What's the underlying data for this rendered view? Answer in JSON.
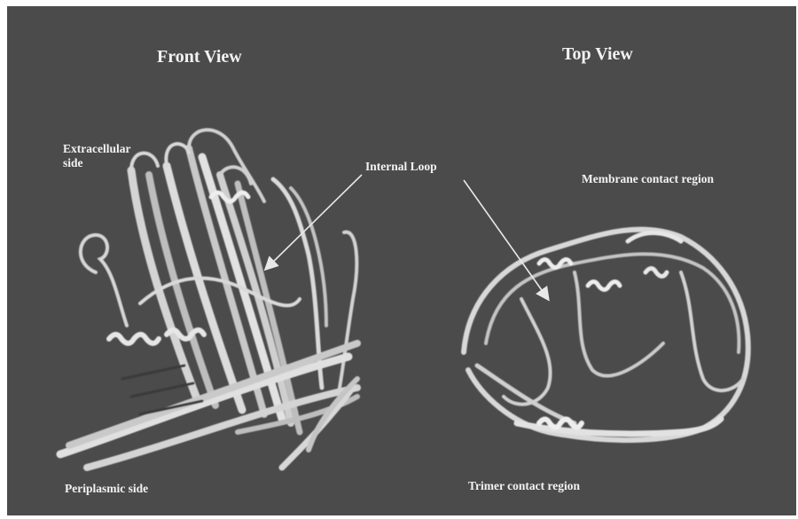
{
  "figure": {
    "front_view": {
      "title": "Front View",
      "extracellular_label_line1": "Extracellular",
      "extracellular_label_line2": "side",
      "periplasmic_label": "Periplasmic side"
    },
    "internal_loop_label": "Internal Loop",
    "top_view": {
      "title": "Top View",
      "membrane_contact_label": "Membrane contact region",
      "trimer_contact_label": "Trimer contact region"
    }
  }
}
